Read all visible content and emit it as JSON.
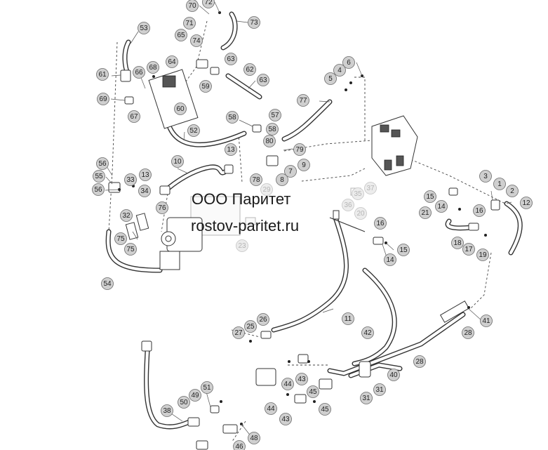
{
  "watermark": {
    "company": "ООО Паритет",
    "site": "rostov-paritet.ru"
  },
  "callouts": [
    {
      "id": "70",
      "label": "70"
    },
    {
      "id": "72",
      "label": "72"
    },
    {
      "id": "53",
      "label": "53"
    },
    {
      "id": "71",
      "label": "71"
    },
    {
      "id": "65",
      "label": "65"
    },
    {
      "id": "74",
      "label": "74"
    },
    {
      "id": "73",
      "label": "73"
    },
    {
      "id": "64",
      "label": "64"
    },
    {
      "id": "63a",
      "label": "63"
    },
    {
      "id": "61",
      "label": "61"
    },
    {
      "id": "66",
      "label": "66"
    },
    {
      "id": "68",
      "label": "68"
    },
    {
      "id": "62",
      "label": "62"
    },
    {
      "id": "63b",
      "label": "63"
    },
    {
      "id": "69",
      "label": "69"
    },
    {
      "id": "67",
      "label": "67"
    },
    {
      "id": "59",
      "label": "59"
    },
    {
      "id": "60",
      "label": "60"
    },
    {
      "id": "6",
      "label": "6"
    },
    {
      "id": "4",
      "label": "4"
    },
    {
      "id": "5",
      "label": "5"
    },
    {
      "id": "77",
      "label": "77"
    },
    {
      "id": "57",
      "label": "57"
    },
    {
      "id": "58a",
      "label": "58"
    },
    {
      "id": "58b",
      "label": "58"
    },
    {
      "id": "52",
      "label": "52"
    },
    {
      "id": "80",
      "label": "80"
    },
    {
      "id": "79",
      "label": "79"
    },
    {
      "id": "13a",
      "label": "13"
    },
    {
      "id": "10",
      "label": "10"
    },
    {
      "id": "56a",
      "label": "56"
    },
    {
      "id": "55",
      "label": "55"
    },
    {
      "id": "33",
      "label": "33"
    },
    {
      "id": "13b",
      "label": "13"
    },
    {
      "id": "56b",
      "label": "56"
    },
    {
      "id": "34",
      "label": "34"
    },
    {
      "id": "32",
      "label": "32"
    },
    {
      "id": "76",
      "label": "76"
    },
    {
      "id": "78",
      "label": "78"
    },
    {
      "id": "7",
      "label": "7"
    },
    {
      "id": "9",
      "label": "9"
    },
    {
      "id": "8",
      "label": "8"
    },
    {
      "id": "29",
      "label": "29",
      "faded": true
    },
    {
      "id": "37",
      "label": "37",
      "faded": true
    },
    {
      "id": "35",
      "label": "35",
      "faded": true
    },
    {
      "id": "36",
      "label": "36",
      "faded": true
    },
    {
      "id": "20",
      "label": "20",
      "faded": true
    },
    {
      "id": "23",
      "label": "23",
      "faded": true
    },
    {
      "id": "3",
      "label": "3"
    },
    {
      "id": "1",
      "label": "1"
    },
    {
      "id": "2",
      "label": "2"
    },
    {
      "id": "15a",
      "label": "15"
    },
    {
      "id": "14a",
      "label": "14"
    },
    {
      "id": "16a",
      "label": "16"
    },
    {
      "id": "12",
      "label": "12"
    },
    {
      "id": "21",
      "label": "21"
    },
    {
      "id": "18",
      "label": "18"
    },
    {
      "id": "17",
      "label": "17"
    },
    {
      "id": "19",
      "label": "19"
    },
    {
      "id": "16b",
      "label": "16"
    },
    {
      "id": "15b",
      "label": "15"
    },
    {
      "id": "14b",
      "label": "14"
    },
    {
      "id": "75a",
      "label": "75"
    },
    {
      "id": "75b",
      "label": "75"
    },
    {
      "id": "54",
      "label": "54"
    },
    {
      "id": "11",
      "label": "11"
    },
    {
      "id": "41",
      "label": "41"
    },
    {
      "id": "28a",
      "label": "28"
    },
    {
      "id": "27",
      "label": "27"
    },
    {
      "id": "25",
      "label": "25"
    },
    {
      "id": "26",
      "label": "26"
    },
    {
      "id": "42",
      "label": "42"
    },
    {
      "id": "28b",
      "label": "28"
    },
    {
      "id": "40",
      "label": "40"
    },
    {
      "id": "31a",
      "label": "31"
    },
    {
      "id": "31b",
      "label": "31"
    },
    {
      "id": "44a",
      "label": "44"
    },
    {
      "id": "43a",
      "label": "43"
    },
    {
      "id": "45a",
      "label": "45"
    },
    {
      "id": "51",
      "label": "51"
    },
    {
      "id": "49",
      "label": "49"
    },
    {
      "id": "50",
      "label": "50"
    },
    {
      "id": "38",
      "label": "38"
    },
    {
      "id": "44b",
      "label": "44"
    },
    {
      "id": "43b",
      "label": "43"
    },
    {
      "id": "45b",
      "label": "45"
    },
    {
      "id": "48",
      "label": "48"
    },
    {
      "id": "46",
      "label": "46"
    }
  ]
}
